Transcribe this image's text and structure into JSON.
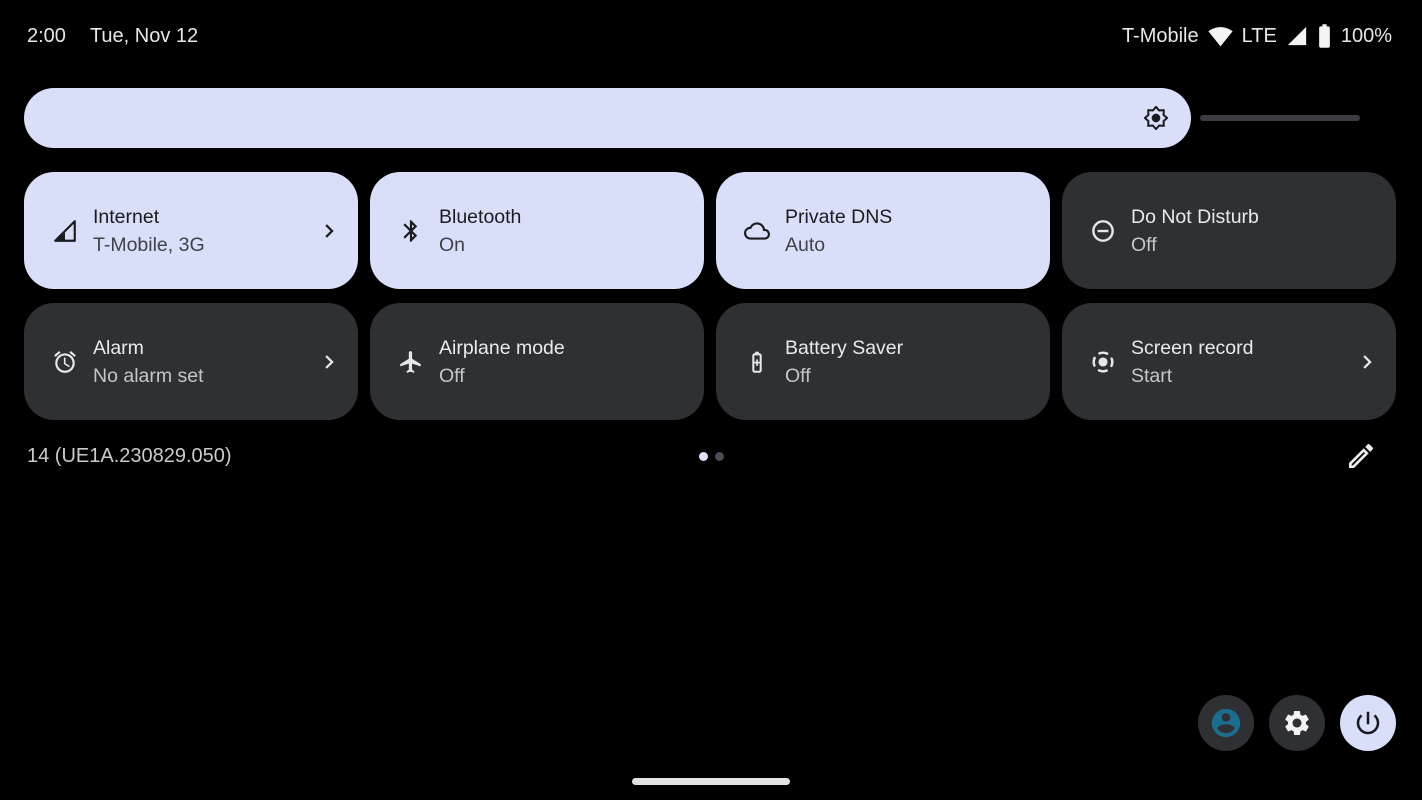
{
  "status_bar": {
    "time": "2:00",
    "date": "Tue, Nov 12",
    "carrier": "T-Mobile",
    "network_type": "LTE",
    "battery_percent": "100%",
    "icons": {
      "wifi": "wifi-icon",
      "signal": "cellular-signal-icon",
      "battery": "battery-icon"
    }
  },
  "brightness": {
    "icon": "brightness-icon",
    "level_percent": 87
  },
  "tiles": [
    {
      "name": "internet",
      "icon": "cellular-partial-icon",
      "label": "Internet",
      "sublabel": "T-Mobile, 3G",
      "active": true,
      "chevron": true
    },
    {
      "name": "bluetooth",
      "icon": "bluetooth-icon",
      "label": "Bluetooth",
      "sublabel": "On",
      "active": true,
      "chevron": false
    },
    {
      "name": "private-dns",
      "icon": "cloud-icon",
      "label": "Private DNS",
      "sublabel": "Auto",
      "active": true,
      "chevron": false
    },
    {
      "name": "do-not-disturb",
      "icon": "do-not-disturb-icon",
      "label": "Do Not Disturb",
      "sublabel": "Off",
      "active": false,
      "chevron": false
    },
    {
      "name": "alarm",
      "icon": "alarm-icon",
      "label": "Alarm",
      "sublabel": "No alarm set",
      "active": false,
      "chevron": true
    },
    {
      "name": "airplane-mode",
      "icon": "airplane-icon",
      "label": "Airplane mode",
      "sublabel": "Off",
      "active": false,
      "chevron": false
    },
    {
      "name": "battery-saver",
      "icon": "battery-saver-icon",
      "label": "Battery Saver",
      "sublabel": "Off",
      "active": false,
      "chevron": false
    },
    {
      "name": "screen-record",
      "icon": "screen-record-icon",
      "label": "Screen record",
      "sublabel": "Start",
      "active": false,
      "chevron": true
    }
  ],
  "footer": {
    "build_number": "14 (UE1A.230829.050)",
    "page_dots": {
      "count": 2,
      "active_index": 0
    },
    "edit_icon": "edit-pencil-icon"
  },
  "quick_actions": {
    "user_icon": "user-avatar-icon",
    "settings_icon": "gear-icon",
    "power_icon": "power-icon"
  },
  "colors": {
    "background": "#000000",
    "tile_active": "#d9dff8",
    "tile_inactive": "#2e3034",
    "avatar_teal": "#1d6d8e",
    "slider_track": "#3b3d42"
  }
}
